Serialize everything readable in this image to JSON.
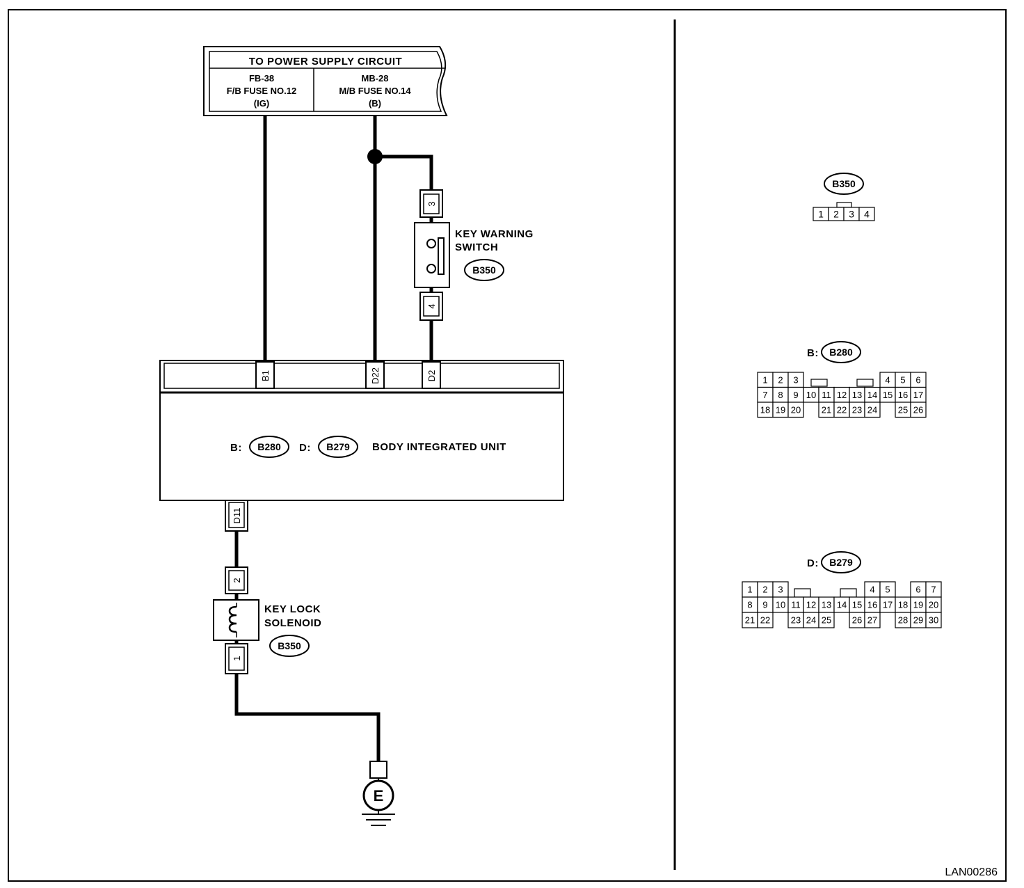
{
  "power_supply": {
    "title": "TO POWER SUPPLY CIRCUIT",
    "left": {
      "line1": "FB-38",
      "line2": "F/B FUSE NO.12",
      "line3": "(IG)"
    },
    "right": {
      "line1": "MB-28",
      "line2": "M/B FUSE NO.14",
      "line3": "(B)"
    }
  },
  "key_warning_switch": {
    "label_line1": "KEY WARNING",
    "label_line2": "SWITCH",
    "connector": "B350",
    "pin_top": "3",
    "pin_bottom": "4"
  },
  "body_unit": {
    "label": "BODY INTEGRATED UNIT",
    "b_prefix": "B:",
    "b_connector": "B280",
    "d_prefix": "D:",
    "d_connector": "B279",
    "pin_b1": "B1",
    "pin_d22": "D22",
    "pin_d2": "D2",
    "pin_d11": "D11"
  },
  "key_lock_solenoid": {
    "label_line1": "KEY LOCK",
    "label_line2": "SOLENOID",
    "connector": "B350",
    "pin_top": "2",
    "pin_bottom": "1"
  },
  "ground": {
    "symbol": "E"
  },
  "connector_views": {
    "b350": {
      "name": "B350",
      "rows": [
        [
          "1",
          "2",
          "3",
          "4"
        ]
      ]
    },
    "b280": {
      "prefix": "B:",
      "name": "B280",
      "rows": [
        [
          "1",
          "2",
          "3",
          "",
          "",
          "",
          "",
          "",
          "4",
          "5",
          "6"
        ],
        [
          "7",
          "8",
          "9",
          "10",
          "11",
          "12",
          "13",
          "14",
          "15",
          "16",
          "17"
        ],
        [
          "18",
          "19",
          "20",
          "",
          "21",
          "22",
          "23",
          "24",
          "",
          "25",
          "26"
        ]
      ]
    },
    "b279": {
      "prefix": "D:",
      "name": "B279",
      "rows": [
        [
          "1",
          "2",
          "3",
          "",
          "",
          "",
          "",
          "",
          "4",
          "5",
          "",
          "6",
          "7"
        ],
        [
          "8",
          "9",
          "10",
          "11",
          "12",
          "13",
          "14",
          "15",
          "16",
          "17",
          "18",
          "19",
          "20"
        ],
        [
          "21",
          "22",
          "",
          "23",
          "24",
          "25",
          "",
          "26",
          "27",
          "",
          "28",
          "29",
          "30"
        ]
      ]
    }
  },
  "figure_code": "LAN00286"
}
